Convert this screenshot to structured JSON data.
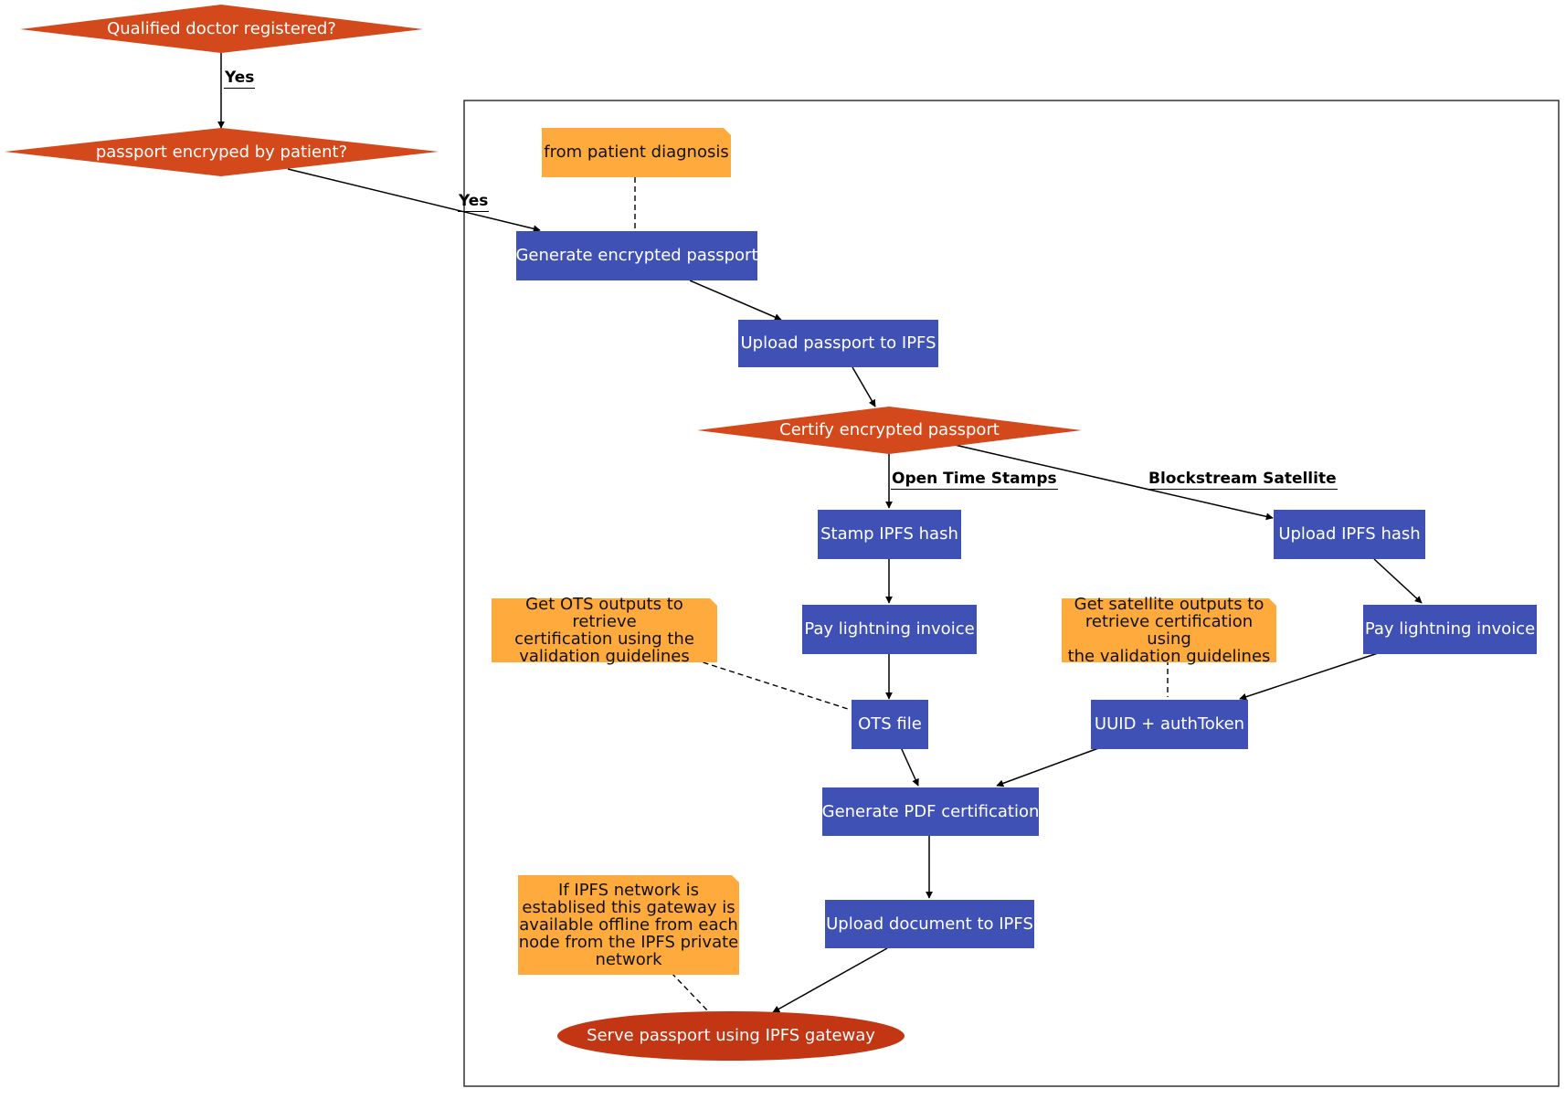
{
  "diagram": {
    "colors": {
      "decision": "#d4491b",
      "process": "#3f51b5",
      "note": "#ffaa3d",
      "terminal": "#c23613",
      "frame": "#333333",
      "edge": "#000000"
    },
    "decisions": {
      "qualified_doctor": "Qualified doctor registered?",
      "passport_encrypted": "passport encryped by patient?",
      "certify_passport": "Certify encrypted passport"
    },
    "processes": {
      "generate_passport": "Generate encrypted passport",
      "upload_passport": "Upload passport to IPFS",
      "stamp_hash": "Stamp IPFS hash",
      "upload_hash": "Upload IPFS hash",
      "pay_invoice_ots": "Pay lightning invoice",
      "pay_invoice_sat": "Pay lightning invoice",
      "ots_file": "OTS file",
      "uuid_token": "UUID + authToken",
      "generate_pdf": "Generate PDF certification",
      "upload_document": "Upload document to IPFS"
    },
    "terminal": {
      "serve_passport": "Serve passport using IPFS gateway"
    },
    "notes": {
      "from_diagnosis": "from patient diagnosis",
      "ots_outputs": "Get OTS outputs to retrieve\ncertification using the\nvalidation guidelines",
      "satellite_outputs": "Get satellite outputs to\nretrieve certification using\nthe validation guidelines",
      "ipfs_gateway": "If IPFS network is\nestablised this gateway is\navailable offline from each\nnode from the IPFS private\nnetwork"
    },
    "edge_labels": {
      "yes_1": "Yes",
      "yes_2": "Yes",
      "open_time_stamps": "Open Time Stamps",
      "blockstream_satellite": "Blockstream Satellite"
    }
  }
}
